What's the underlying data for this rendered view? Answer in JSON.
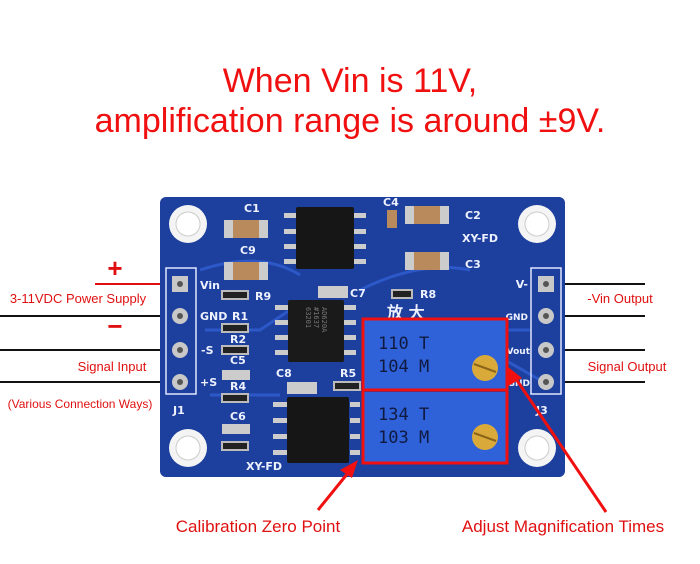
{
  "headline": {
    "line1": "When Vin is 11V,",
    "line2": "amplification range is around ±9V."
  },
  "left_labels": {
    "plus": "+",
    "power_supply": "3-11VDC Power Supply",
    "minus": "−",
    "signal_input": "Signal Input",
    "connection_note": "(Various Connection Ways)"
  },
  "right_labels": {
    "vin_output": "-Vin Output",
    "signal_output": "Signal Output"
  },
  "bottom_labels": {
    "calibration": "Calibration Zero Point",
    "magnification": "Adjust Magnification Times"
  },
  "board": {
    "j1_pins": [
      "Vin",
      "GND",
      "-S",
      "+S"
    ],
    "j1_name": "J1",
    "j3_pins": [
      "V-",
      "GND",
      "Vout",
      "GND"
    ],
    "j3_name": "J3",
    "silkscreen": {
      "c1": "C1",
      "c2": "C2",
      "c3": "C3",
      "c4": "C4",
      "c5": "C5",
      "c6": "C6",
      "c7": "C7",
      "c8": "C8",
      "c9": "C9",
      "r1": "R1",
      "r2": "R2",
      "r4": "R4",
      "r5": "R5",
      "r8": "R8",
      "r9": "R9",
      "brand_top": "XY-FD",
      "brand_bottom": "XY-FD",
      "amp_cn": "放 大"
    },
    "chip_mid": [
      "AD620A",
      "#1637",
      "63201"
    ],
    "pot_gain": {
      "line1": "110  T",
      "line2": "104  M"
    },
    "pot_zero": {
      "line1": "134  T",
      "line2": "103  M"
    }
  },
  "colors": {
    "accent_red": "#f01010",
    "pcb_blue": "#1d3f9e",
    "pot_blue": "#2f62d8"
  }
}
